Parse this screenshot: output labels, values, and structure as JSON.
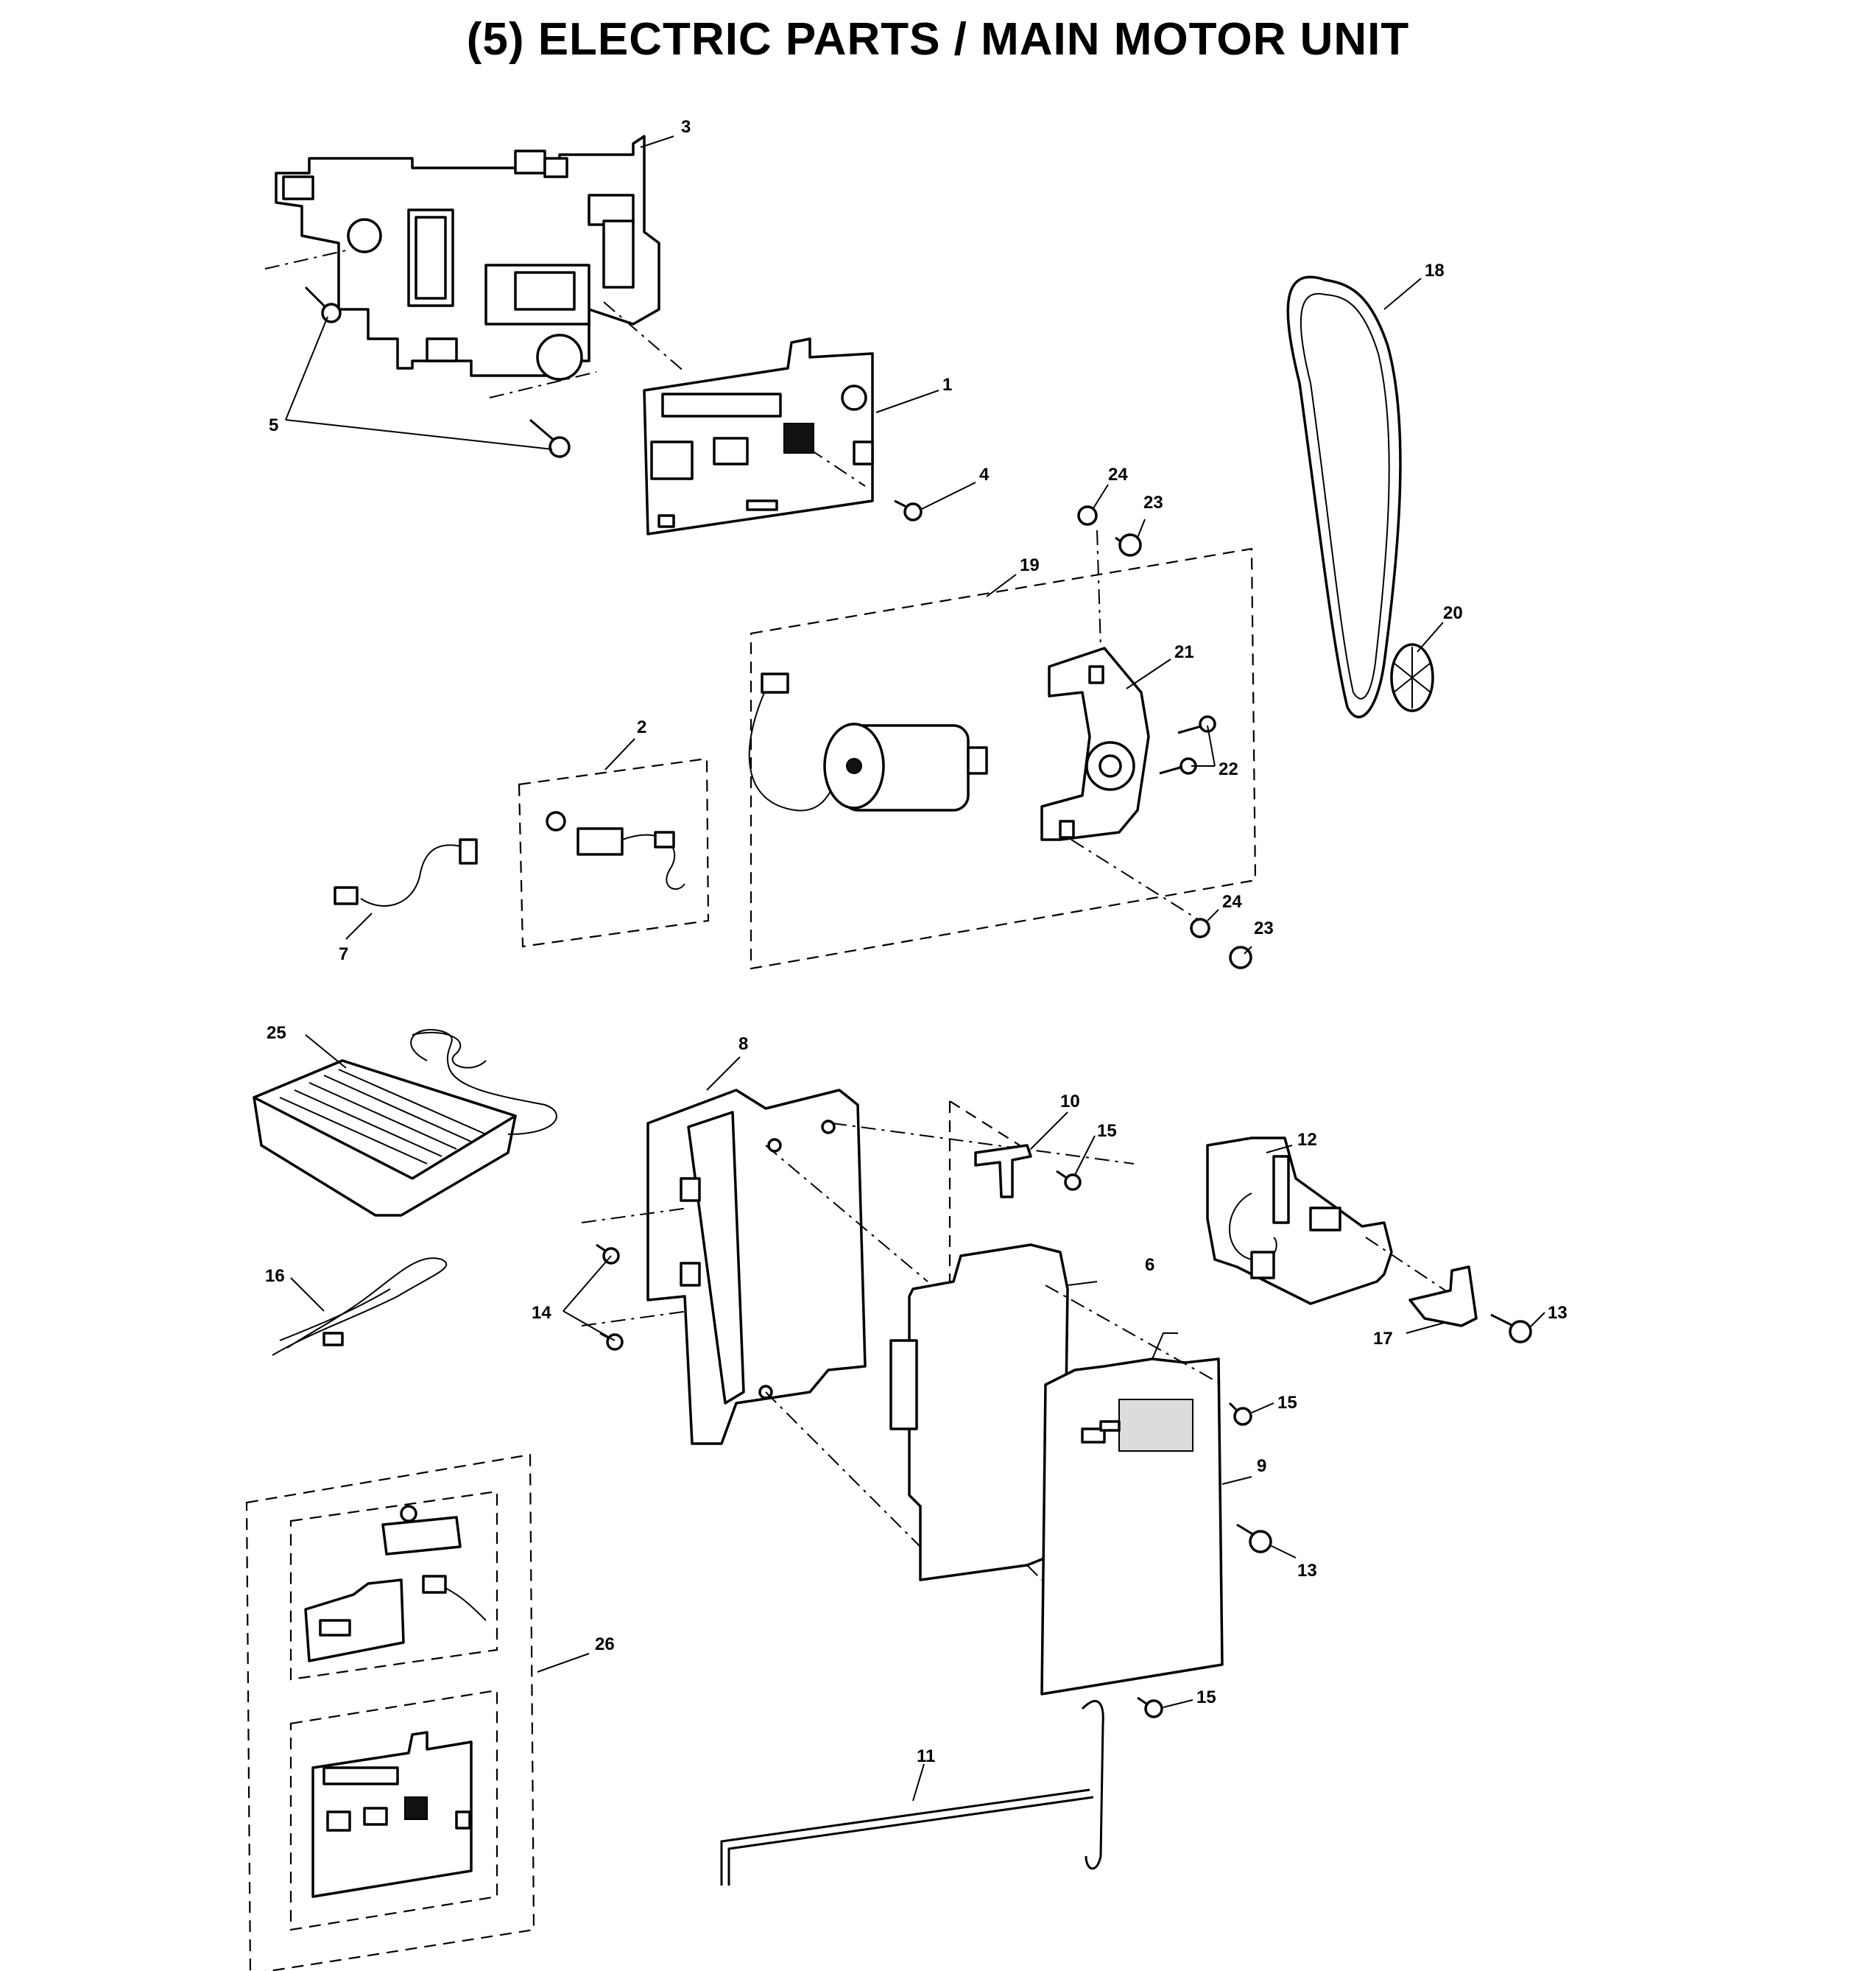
{
  "title": "(5) ELECTRIC PARTS / MAIN MOTOR UNIT",
  "callouts": [
    {
      "id": "c1",
      "text": "1"
    },
    {
      "id": "c2",
      "text": "2"
    },
    {
      "id": "c3",
      "text": "3"
    },
    {
      "id": "c4",
      "text": "4"
    },
    {
      "id": "c5",
      "text": "5"
    },
    {
      "id": "c6",
      "text": "6"
    },
    {
      "id": "c7",
      "text": "7"
    },
    {
      "id": "c8",
      "text": "8"
    },
    {
      "id": "c9",
      "text": "9"
    },
    {
      "id": "c10",
      "text": "10"
    },
    {
      "id": "c11",
      "text": "11"
    },
    {
      "id": "c12",
      "text": "12"
    },
    {
      "id": "c13a",
      "text": "13"
    },
    {
      "id": "c13b",
      "text": "13"
    },
    {
      "id": "c14",
      "text": "14"
    },
    {
      "id": "c15a",
      "text": "15"
    },
    {
      "id": "c15b",
      "text": "15"
    },
    {
      "id": "c15c",
      "text": "15"
    },
    {
      "id": "c16",
      "text": "16"
    },
    {
      "id": "c17",
      "text": "17"
    },
    {
      "id": "c18",
      "text": "18"
    },
    {
      "id": "c19",
      "text": "19"
    },
    {
      "id": "c20",
      "text": "20"
    },
    {
      "id": "c21",
      "text": "21"
    },
    {
      "id": "c22",
      "text": "22"
    },
    {
      "id": "c23a",
      "text": "23"
    },
    {
      "id": "c23b",
      "text": "23"
    },
    {
      "id": "c24a",
      "text": "24"
    },
    {
      "id": "c24b",
      "text": "24"
    },
    {
      "id": "c25",
      "text": "25"
    },
    {
      "id": "c26",
      "text": "26"
    }
  ]
}
